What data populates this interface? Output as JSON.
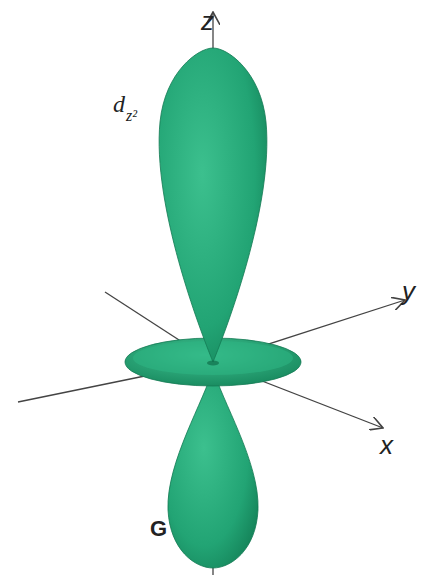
{
  "diagram": {
    "labels": [
      "z",
      "d",
      "z²",
      "y",
      "x",
      "G"
    ]
  }
}
